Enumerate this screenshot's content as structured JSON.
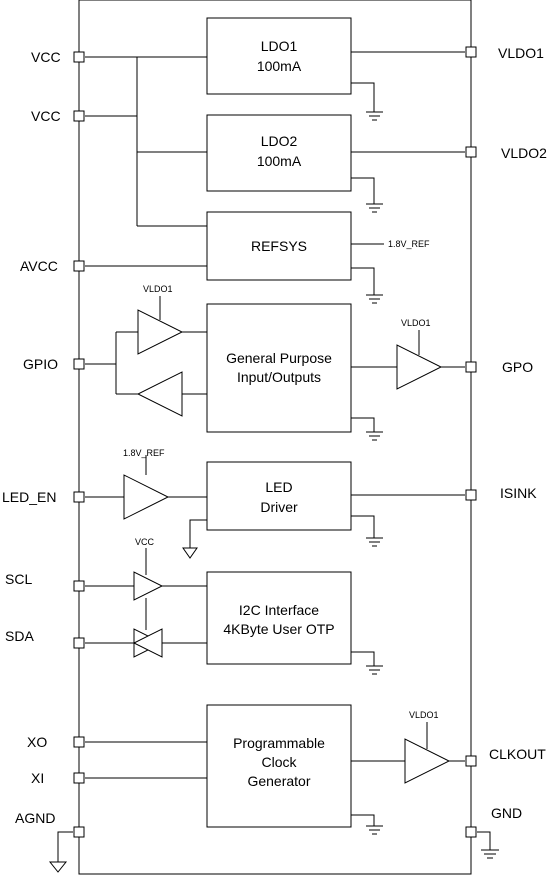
{
  "pins_left": {
    "vcc1": "VCC",
    "vcc2": "VCC",
    "avcc": "AVCC",
    "gpio": "GPIO",
    "led_en": "LED_EN",
    "scl": "SCL",
    "sda": "SDA",
    "xo": "XO",
    "xi": "XI",
    "agnd": "AGND"
  },
  "pins_right": {
    "vldo1": "VLDO1",
    "vldo2": "VLDO2",
    "gpo": "GPO",
    "isink": "ISINK",
    "clkout": "CLKOUT",
    "gnd": "GND"
  },
  "blocks": {
    "ldo1": [
      "LDO1",
      "100mA"
    ],
    "ldo2": [
      "LDO2",
      "100mA"
    ],
    "refsys": [
      "REFSYS"
    ],
    "gpio": [
      "General Purpose",
      "Input/Outputs"
    ],
    "led": [
      "LED",
      "Driver"
    ],
    "i2c": [
      "I2C Interface",
      "4KByte User OTP"
    ],
    "clock": [
      "Programmable",
      "Clock",
      "Generator"
    ]
  },
  "supply_labels": {
    "ref_out": "1.8V_REF",
    "gpio_buf": "VLDO1",
    "gpo_buf": "VLDO1",
    "led_buf": "1.8V_REF",
    "i2c_buf": "VCC",
    "clk_buf": "VLDO1"
  }
}
